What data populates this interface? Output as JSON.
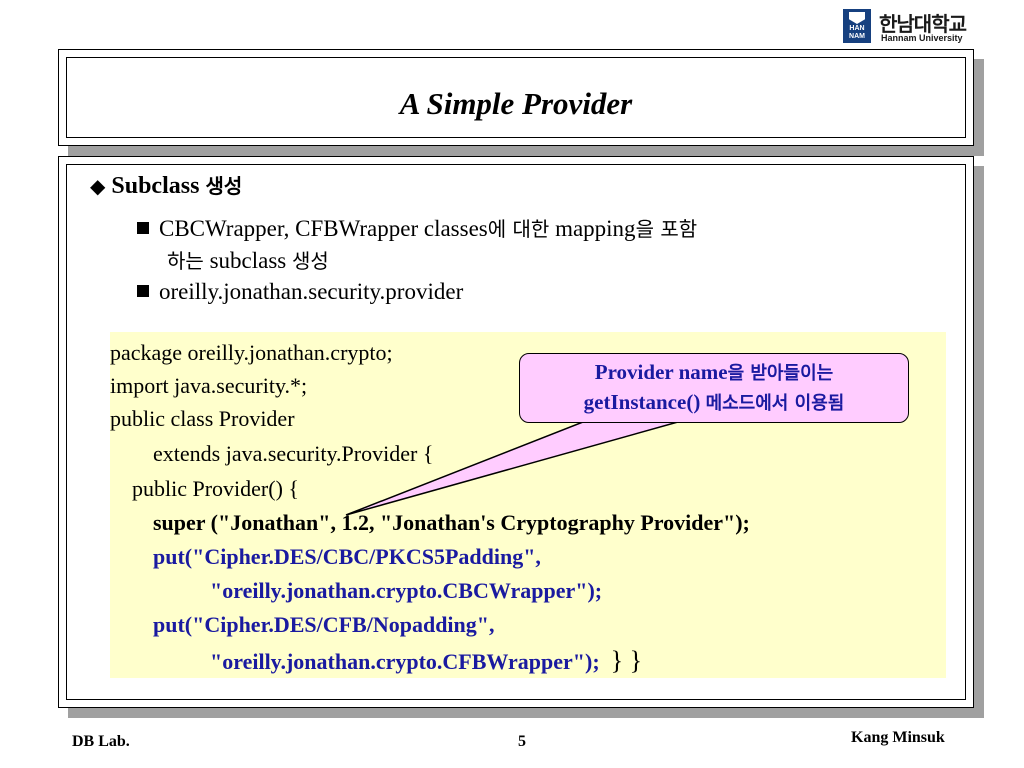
{
  "logo": {
    "korean": "한남대학교",
    "english": "Hannam University",
    "mark": "HAN NAM"
  },
  "slide": {
    "title": "A Simple Provider",
    "bullet1": {
      "en": "Subclass",
      "kr": "생성"
    },
    "sub1": {
      "en1": "CBCWrapper, CFBWrapper classes",
      "kr1": "에 대한",
      "en2": "mapping",
      "kr2": "을 포함"
    },
    "sub1_cont": {
      "kr1": "하는",
      "en": "subclass",
      "kr2": "생성"
    },
    "sub2": "oreilly.jonathan.security.provider"
  },
  "code": {
    "line1": "package oreilly.jonathan.crypto;",
    "line2": "import java.security.*;",
    "line3": "public class Provider",
    "line4": "extends java.security.Provider {",
    "line5": "public Provider()  {",
    "line6": "super (\"Jonathan\", 1.2, \"Jonathan's Cryptography Provider\");",
    "line7": "put(\"Cipher.DES/CBC/PKCS5Padding\",",
    "line8": "\"oreilly.jonathan.crypto.CBCWrapper\");",
    "line9": "put(\"Cipher.DES/CFB/Nopadding\",",
    "line10": "\"oreilly.jonathan.crypto.CFBWrapper\");",
    "line10_end": "} }"
  },
  "callout": {
    "l1_en": "Provider name",
    "l1_kr": "을 받아들이는",
    "l2_en": "getInstance()",
    "l2_kr": "메소드에서 이용됨"
  },
  "footer": {
    "left": "DB Lab.",
    "page": "5",
    "right": "Kang Minsuk"
  },
  "colors": {
    "code_bg": "#ffffcc",
    "callout_bg": "#ffccff",
    "code_highlight": "#1a1aa0"
  }
}
